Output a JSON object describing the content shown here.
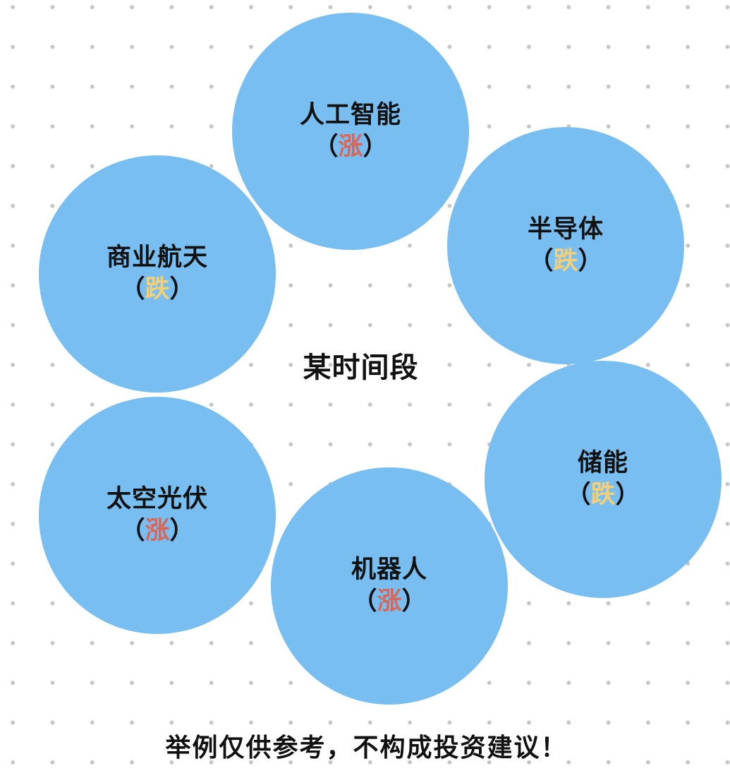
{
  "diagram": {
    "center_label": "某时间段",
    "bubble_color": "#78bef0",
    "trend_colors": {
      "涨": "#d6675a",
      "跌": "#f2d07a"
    },
    "paren_open": "（",
    "paren_close": "）",
    "bubbles": [
      {
        "name": "人工智能",
        "trend": "涨",
        "trend_class": "up"
      },
      {
        "name": "半导体",
        "trend": "跌",
        "trend_class": "down"
      },
      {
        "name": "储能",
        "trend": "跌",
        "trend_class": "down"
      },
      {
        "name": "机器人",
        "trend": "涨",
        "trend_class": "up"
      },
      {
        "name": "太空光伏",
        "trend": "涨",
        "trend_class": "up"
      },
      {
        "name": "商业航天",
        "trend": "跌",
        "trend_class": "down"
      }
    ]
  },
  "footer": {
    "disclaimer": "举例仅供参考，不构成投资建议！"
  }
}
